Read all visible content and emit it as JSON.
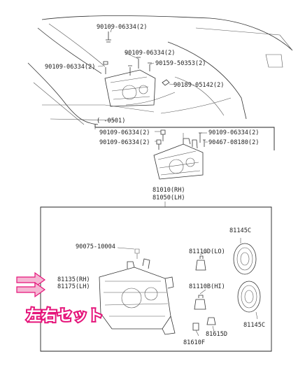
{
  "labels": {
    "bolt_top": "90109-06334(2)",
    "bolt_mid": "90109-06334(2)",
    "bolt_left": "90109-06334(2)",
    "screw_mid": "90159-50353(2)",
    "screw_right": "90189-05142(2)",
    "date_range": "(    -0501)",
    "mid_bolt_a": "90109-06334(2)",
    "mid_bolt_b": "90109-06334(2)",
    "mid_bolt_c": "90109-06334(2)",
    "mid_clip": "90467-08180(2)",
    "assy_rh": "81010(RH)",
    "assy_lh": "81050(LH)",
    "grommet": "90075-10004",
    "unit_rh": "81135(RH)",
    "unit_lh": "81175(LH)",
    "cover_top": "81145C",
    "cover_bottom": "81145C",
    "bulb_lo": "81110D(LO)",
    "bulb_hi": "81110B(HI)",
    "bulb_small": "81615D",
    "socket": "81610F"
  },
  "badge": {
    "text": "左右セット",
    "color": "#e5147a"
  },
  "arrow_color": "#e5147a"
}
